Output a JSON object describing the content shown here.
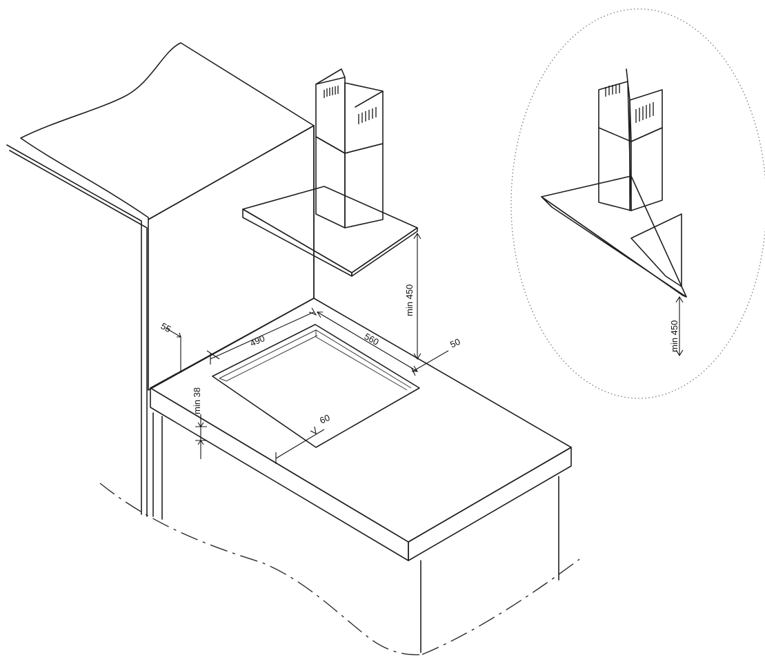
{
  "dimensions": {
    "d55": "55",
    "d490": "490",
    "d560": "560",
    "d50": "50",
    "d60": "60",
    "min38": "min 38",
    "min450_main": "min 450",
    "min450_inset": "min 450"
  },
  "icons": {
    "hood": "chimney-hood-icon",
    "countertop": "countertop-icon"
  }
}
